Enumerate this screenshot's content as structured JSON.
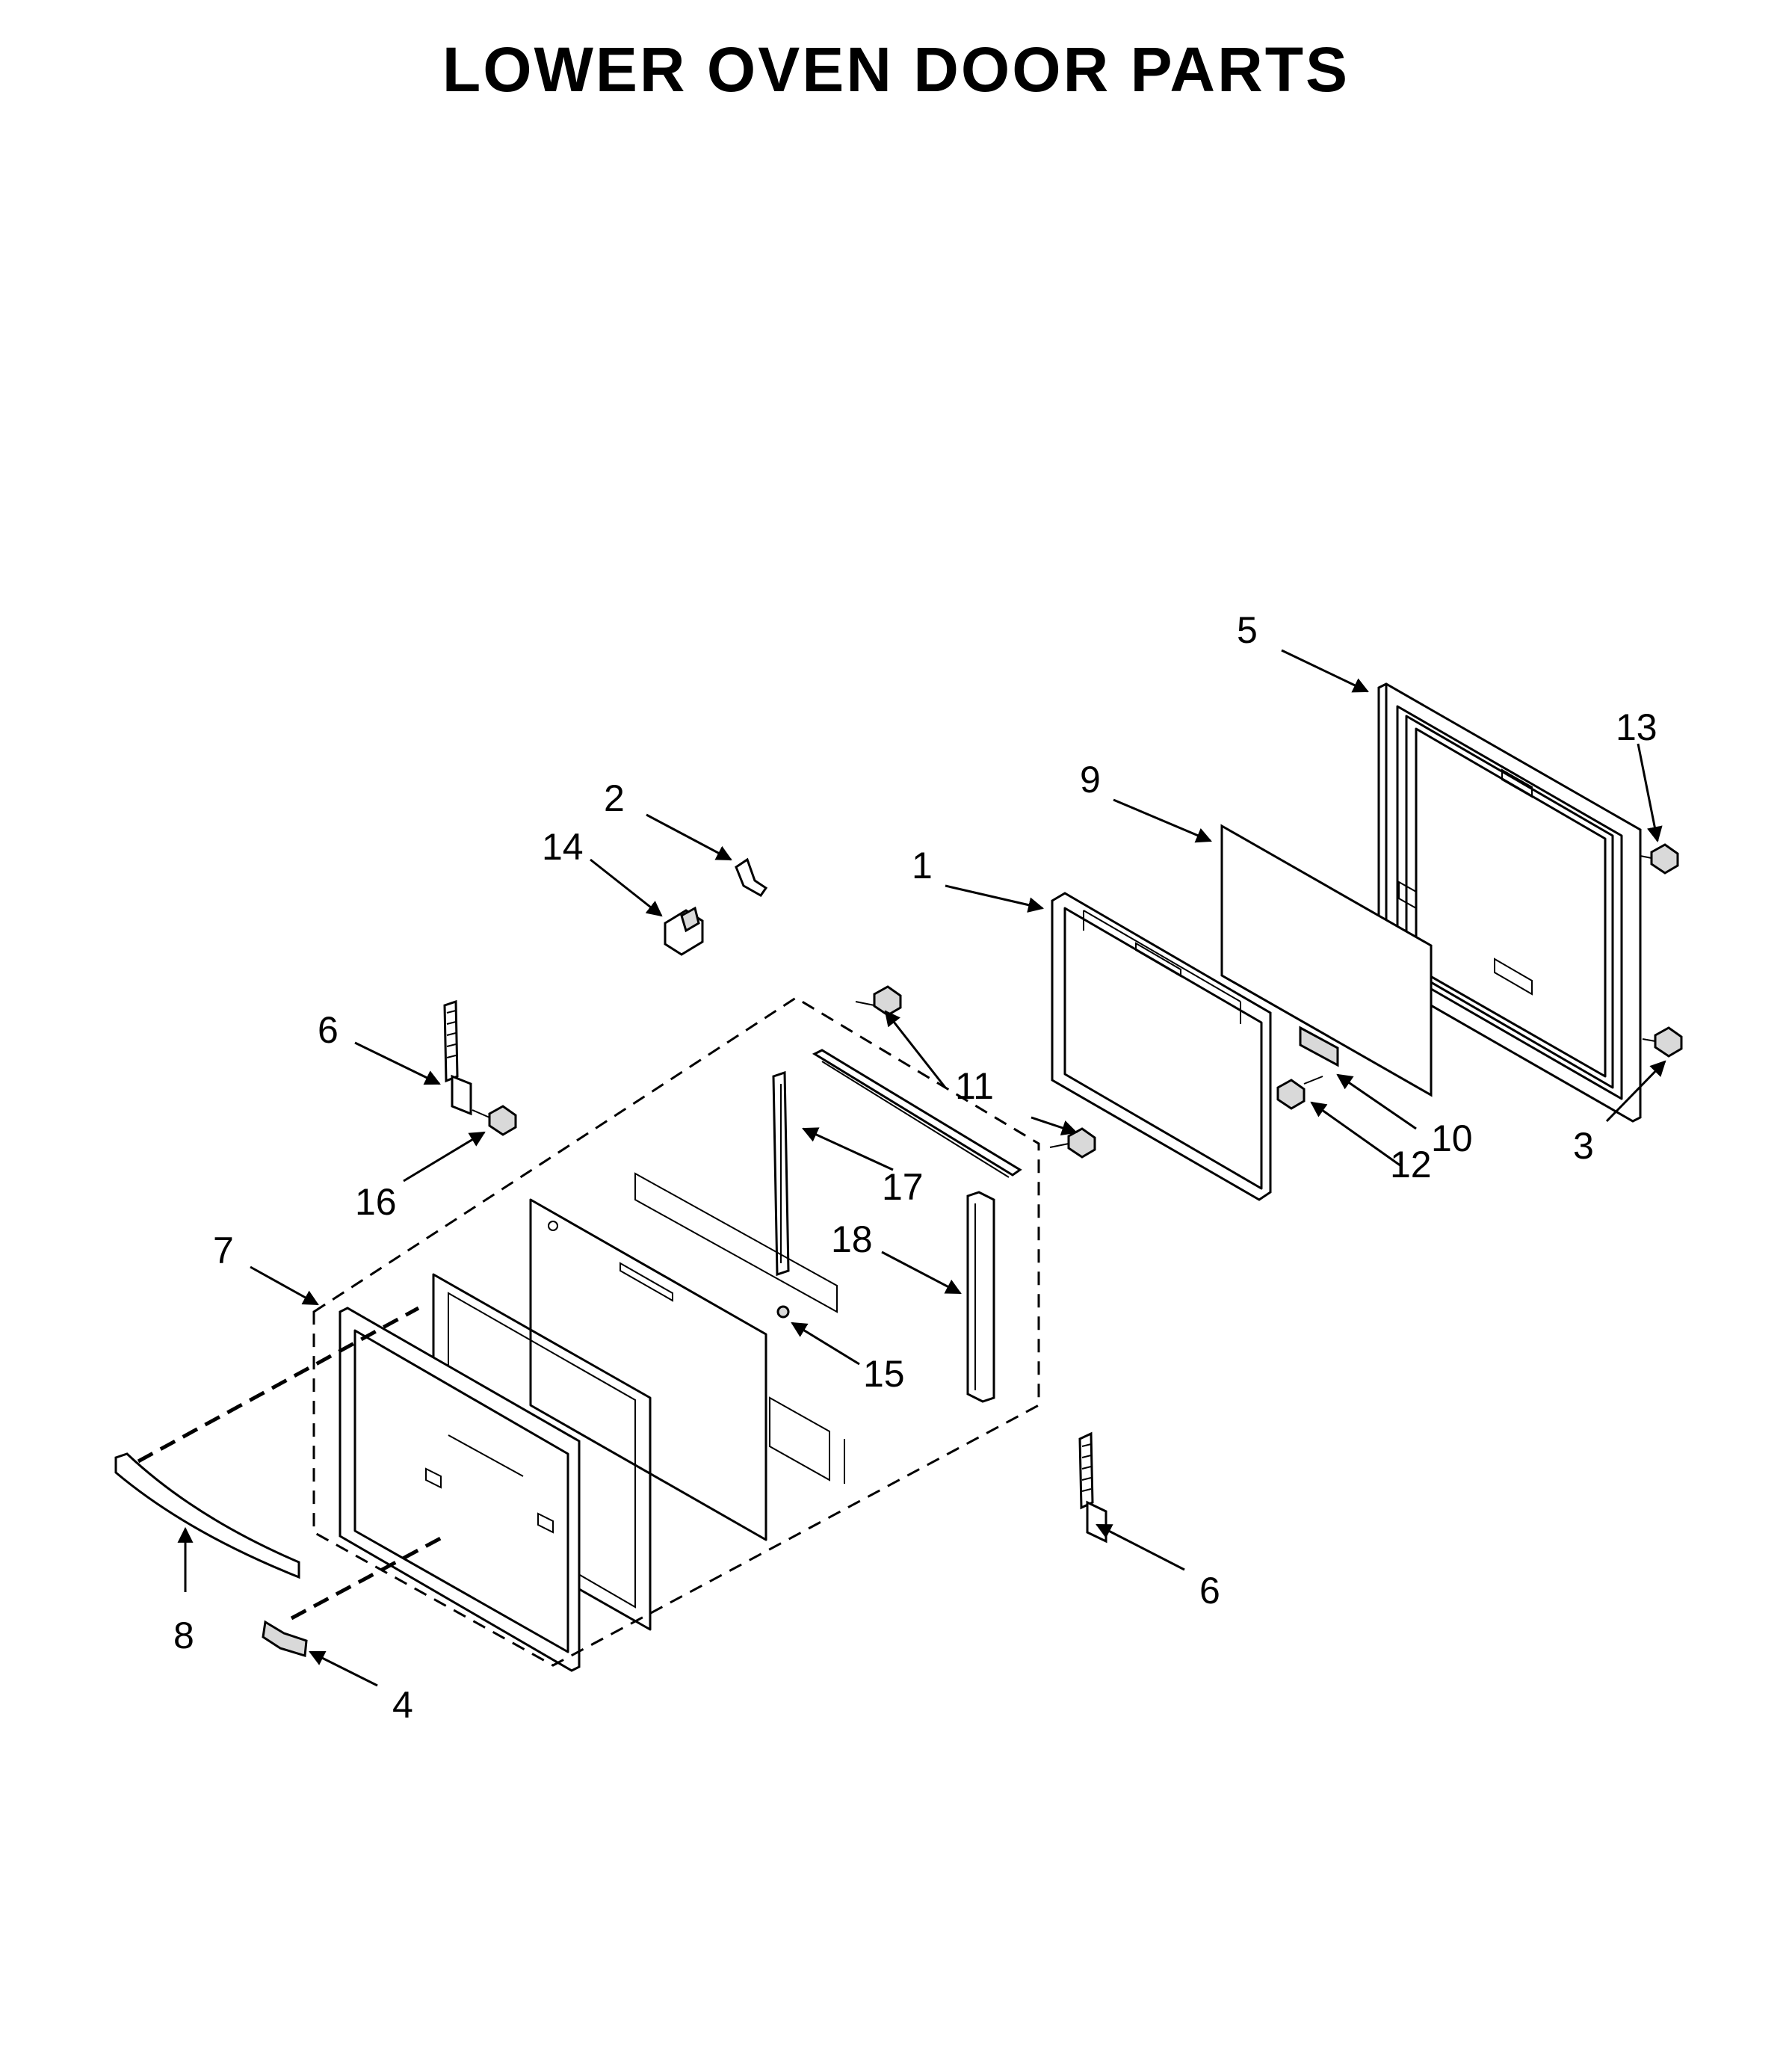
{
  "title": "LOWER OVEN DOOR PARTS",
  "callouts": [
    {
      "id": "c1",
      "label": "1"
    },
    {
      "id": "c2",
      "label": "2"
    },
    {
      "id": "c3",
      "label": "3"
    },
    {
      "id": "c4",
      "label": "4"
    },
    {
      "id": "c5",
      "label": "5"
    },
    {
      "id": "c6a",
      "label": "6"
    },
    {
      "id": "c6b",
      "label": "6"
    },
    {
      "id": "c7",
      "label": "7"
    },
    {
      "id": "c8",
      "label": "8"
    },
    {
      "id": "c9",
      "label": "9"
    },
    {
      "id": "c10",
      "label": "10"
    },
    {
      "id": "c11",
      "label": "11"
    },
    {
      "id": "c12",
      "label": "12"
    },
    {
      "id": "c13",
      "label": "13"
    },
    {
      "id": "c14",
      "label": "14"
    },
    {
      "id": "c15",
      "label": "15"
    },
    {
      "id": "c16",
      "label": "16"
    },
    {
      "id": "c17",
      "label": "17"
    },
    {
      "id": "c18",
      "label": "18"
    }
  ]
}
